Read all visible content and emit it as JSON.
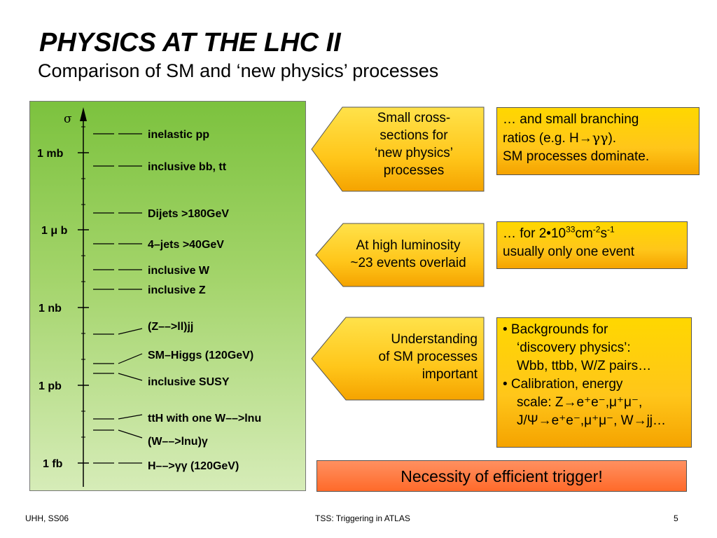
{
  "slide": {
    "title": "PHYSICS AT THE LHC II",
    "subtitle": "Comparison of SM and ‘new physics’ processes"
  },
  "panel": {
    "axis_symbol": "σ",
    "axis_labels": [
      "1 mb",
      "1 μ b",
      "1 nb",
      "1 pb",
      "1 fb"
    ],
    "processes": [
      "inelastic pp",
      "inclusive bb, tt",
      "Dijets >180GeV",
      "4–jets >40GeV",
      "inclusive W",
      "inclusive Z",
      "(Z––>ll)jj",
      "SM–Higgs (120GeV)",
      "inclusive SUSY",
      "ttH with one W––>lnu",
      "(W––>lnu)γ",
      "H––>γγ  (120GeV)"
    ]
  },
  "callouts": [
    {
      "lines": [
        "Small cross-",
        "sections for",
        "‘new physics’",
        "processes"
      ]
    },
    {
      "lines": [
        "At high luminosity",
        "~23 events overlaid"
      ]
    },
    {
      "lines": [
        "Understanding",
        "of SM processes",
        "important"
      ]
    }
  ],
  "boxes": {
    "branching": {
      "line1": "… and small branching",
      "line2_pre": "ratios (e.g. H",
      "arrow": "→",
      "line2_gg": "γγ",
      "line2_post": ").",
      "line3": "SM processes dominate."
    },
    "lumi": {
      "pre": "… for 2•10",
      "exp33": "33",
      "cm": "cm",
      "expm2": "-2",
      "s": "s",
      "expm1": "-1",
      "line2": "usually only one event"
    },
    "backgrounds": {
      "b1": "• Backgrounds for",
      "b1a": "‘discovery physics’:",
      "b1b": "Wbb, ttbb, W/Z pairs…",
      "b2": "• Calibration, energy",
      "b2a": "scale: Z→e⁺e⁻,μ⁺μ⁻,",
      "b2b": "J/Ψ→e⁺e⁻,μ⁺μ⁻, W→jj…"
    }
  },
  "banner": "Necessity of efficient trigger!",
  "footer": {
    "left": "UHH, SS06",
    "center": "TSS: Triggering in ATLAS",
    "right": "5"
  }
}
